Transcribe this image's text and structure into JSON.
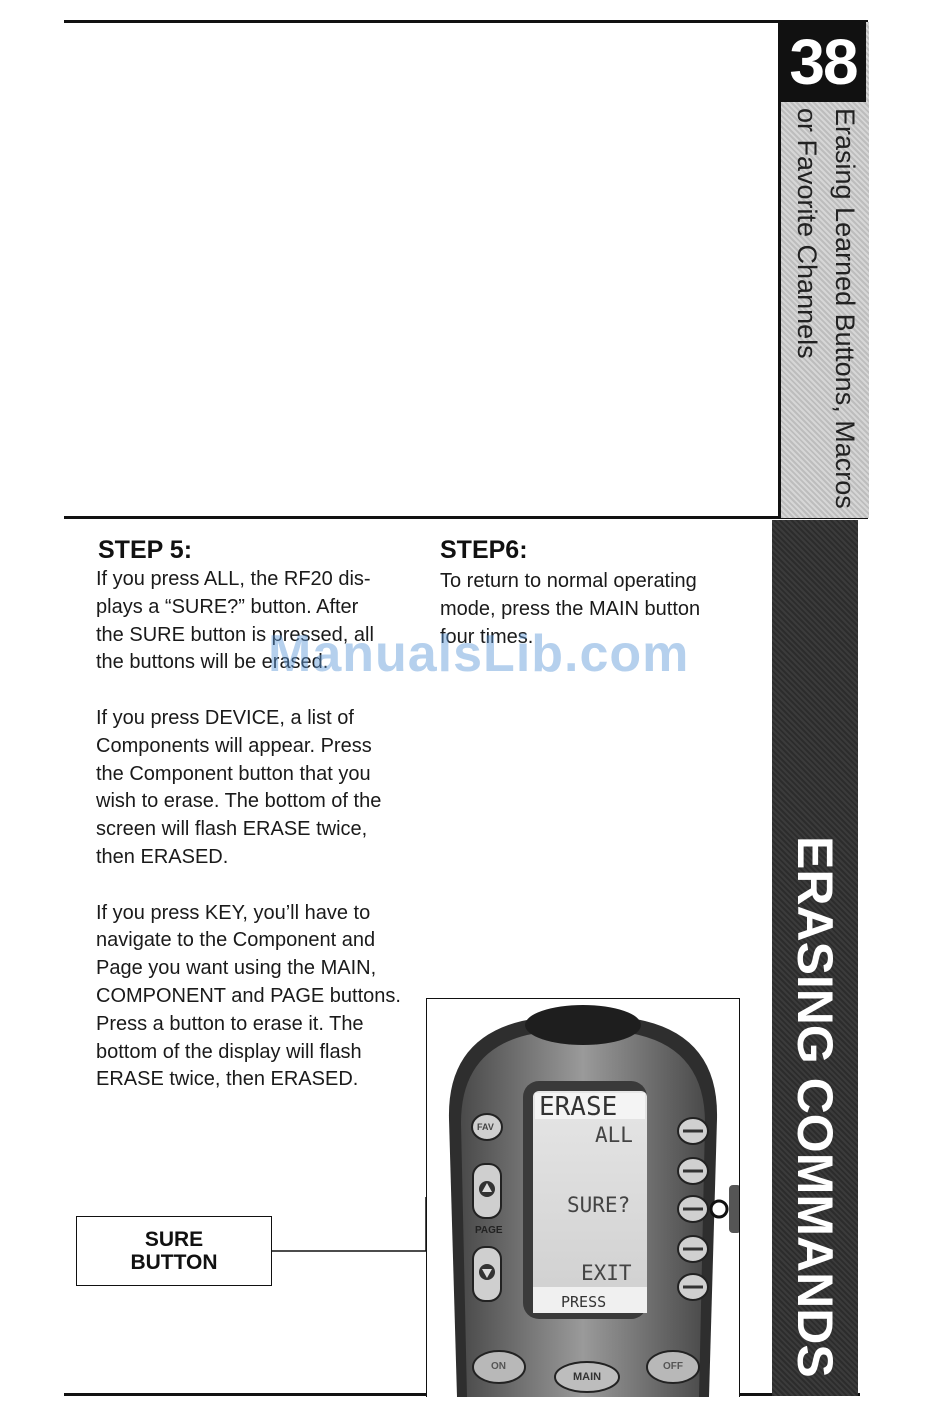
{
  "page_number": "38",
  "tab_title": "Erasing Learned Buttons, Macros or Favorite Channels",
  "section_title": "ERASING COMMANDS",
  "watermark": "ManualsLib.com",
  "step5": {
    "heading": "STEP 5:",
    "lines": [
      "If you press ALL, the RF20 dis-",
      "plays a “SURE?” button. After",
      "the SURE button is pressed, all",
      "the buttons will be erased.",
      "",
      "If you press DEVICE, a list of",
      "Components will appear. Press",
      "the Component button that you",
      "wish to erase. The bottom of the",
      "screen will flash ERASE twice,",
      "then ERASED.",
      "",
      "If you press KEY, you’ll have to",
      "navigate to the Component and",
      "Page you want using the MAIN,",
      "COMPONENT and PAGE buttons.",
      "Press a button to erase it. The",
      "bottom of the display will flash",
      "ERASE twice, then ERASED."
    ]
  },
  "step6": {
    "heading": "STEP6:",
    "lines": [
      "To return to normal operating",
      "mode, press the MAIN button",
      "four times."
    ]
  },
  "callout": {
    "line1": "SURE",
    "line2": "BUTTON"
  },
  "remote": {
    "screen_title": "ERASE",
    "screen_items": [
      "ALL",
      "SURE?",
      "EXIT"
    ],
    "screen_footer": "PRESS",
    "fav_label": "FAV",
    "page_label": "PAGE",
    "main_label": "MAIN",
    "on_label": "ON",
    "off_label": "OFF"
  }
}
